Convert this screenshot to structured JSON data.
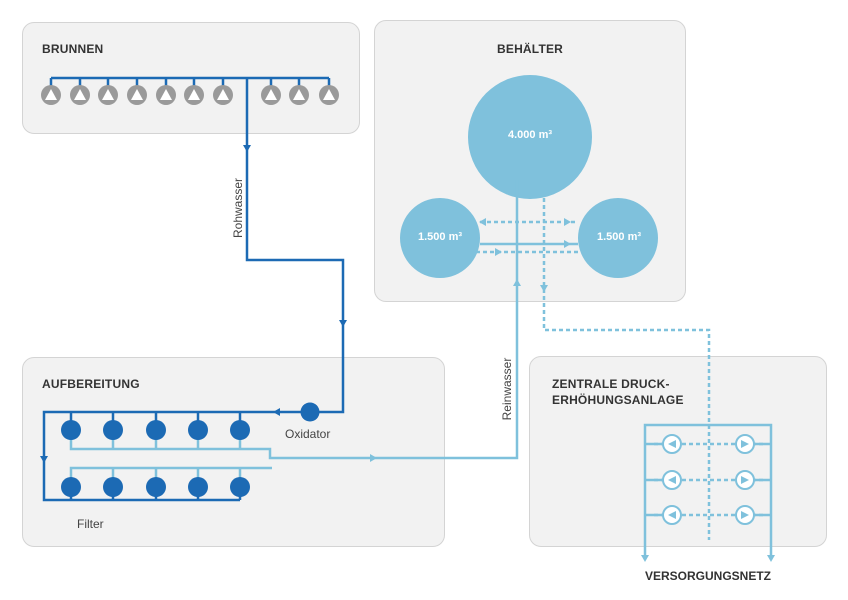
{
  "colors": {
    "raw": "#1c6ab4",
    "pure": "#7fc1dc",
    "panel": "#f2f2f2",
    "pump": "#9a9a9a"
  },
  "panels": {
    "brunnen": {
      "title": "BRUNNEN"
    },
    "behaelter": {
      "title": "BEHÄLTER"
    },
    "aufbereitung": {
      "title": "AUFBEREITUNG"
    },
    "druck": {
      "title_line1": "ZENTRALE DRUCK-",
      "title_line2": "ERHÖHUNGSANLAGE"
    }
  },
  "tanks": {
    "large": "4.000 m³",
    "left": "1.500 m³",
    "right": "1.500 m³"
  },
  "labels": {
    "rohwasser": "Rohwasser",
    "reinwasser": "Reinwasser",
    "oxidator": "Oxidator",
    "filter": "Filter",
    "versorgungsnetz": "VERSORGUNGSNETZ"
  },
  "icons": {
    "well": "triangle-pump-icon",
    "filter": "filter-tank-icon",
    "pump": "pressure-pump-icon",
    "arrow": "flow-arrow-icon"
  }
}
